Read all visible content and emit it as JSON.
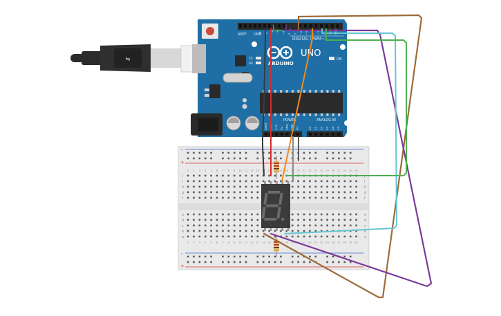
{
  "arduino": {
    "logo_text": "ARDUINO",
    "model": "UNO",
    "digital_label": "DIGITAL (PWM~)",
    "power_label": "POWER",
    "analog_label": "ANALOG IN",
    "on_label": "ON",
    "tx_label": "TX",
    "rx_label": "RX",
    "aref_label": "AREF",
    "gnd_label": "GND",
    "digital_pins": [
      "13",
      "12",
      "~11",
      "~10",
      "~9",
      "8",
      "7",
      "~6",
      "~5",
      "4",
      "~3",
      "2",
      "TX 1",
      "RX 0"
    ],
    "power_pins": [
      "IOREF",
      "RESET",
      "3.3V",
      "5V",
      "GND",
      "GND",
      "Vin"
    ],
    "analog_pins": [
      "A0",
      "A1",
      "A2",
      "A3",
      "A4",
      "A5"
    ]
  },
  "breadboard": {
    "row_letters_top": [
      "j",
      "i",
      "h",
      "g",
      "f"
    ],
    "row_letters_bottom": [
      "e",
      "d",
      "c",
      "b",
      "a"
    ],
    "plus": "+",
    "minus": "-",
    "columns": 30
  },
  "display": {
    "digit": "8."
  },
  "colors": {
    "board": "#1f6fa6",
    "board_dark": "#185a88",
    "breadboard": "#e9e9e9",
    "rail_red": "#d9362f",
    "rail_blue": "#3a64c8",
    "wire_red": "#d62b2b",
    "wire_black": "#3a3a3a",
    "wire_orange": "#f08a1c",
    "wire_green": "#4caf50",
    "wire_cyan": "#63c6d2",
    "wire_purple": "#7a3a9a",
    "wire_brown": "#9c6b3a",
    "segment": "#6b6b6b",
    "display_body": "#3b3b3b"
  }
}
